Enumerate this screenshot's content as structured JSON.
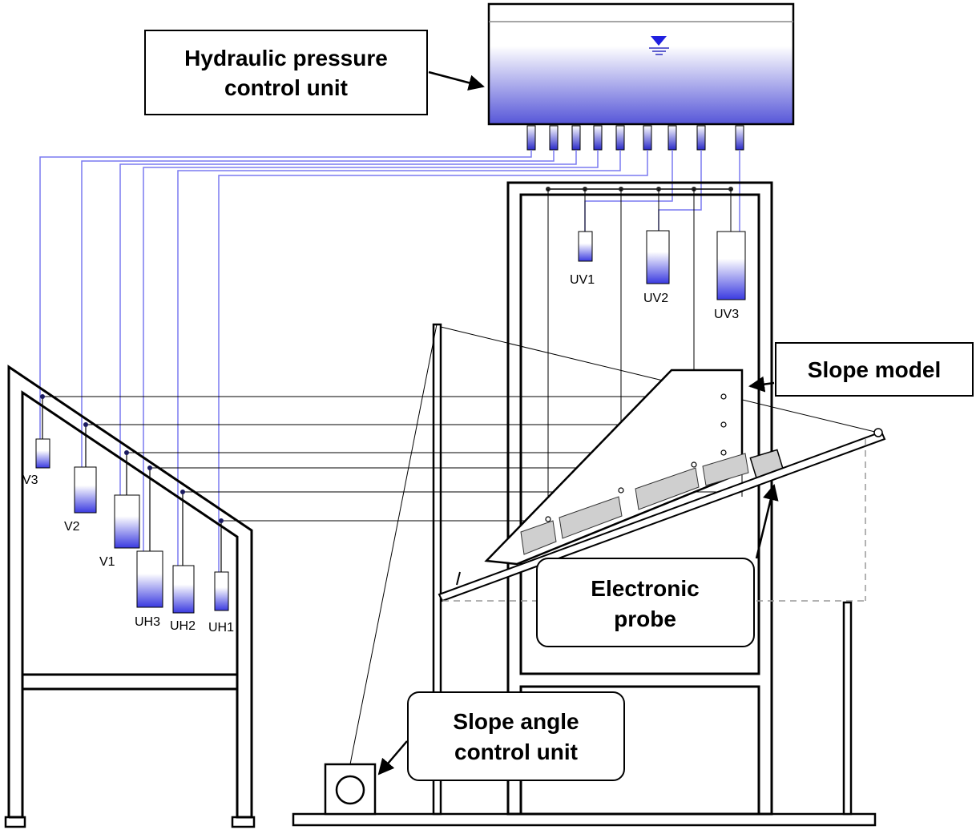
{
  "labels": {
    "hydraulic_unit_line1": "Hydraulic pressure",
    "hydraulic_unit_line2": "control unit",
    "slope_model": "Slope model",
    "electronic_probe_line1": "Electronic",
    "electronic_probe_line2": "probe",
    "slope_angle_line1": "Slope angle",
    "slope_angle_line2": "control unit"
  },
  "containers": {
    "V3": "V3",
    "V2": "V2",
    "V1": "V1",
    "UH3": "UH3",
    "UH2": "UH2",
    "UH1": "UH1",
    "UV1": "UV1",
    "UV2": "UV2",
    "UV3": "UV3"
  },
  "colors": {
    "water_blue": "#4a4ae0",
    "pipe_blue": "#7a7af0",
    "frame_black": "#000000"
  }
}
